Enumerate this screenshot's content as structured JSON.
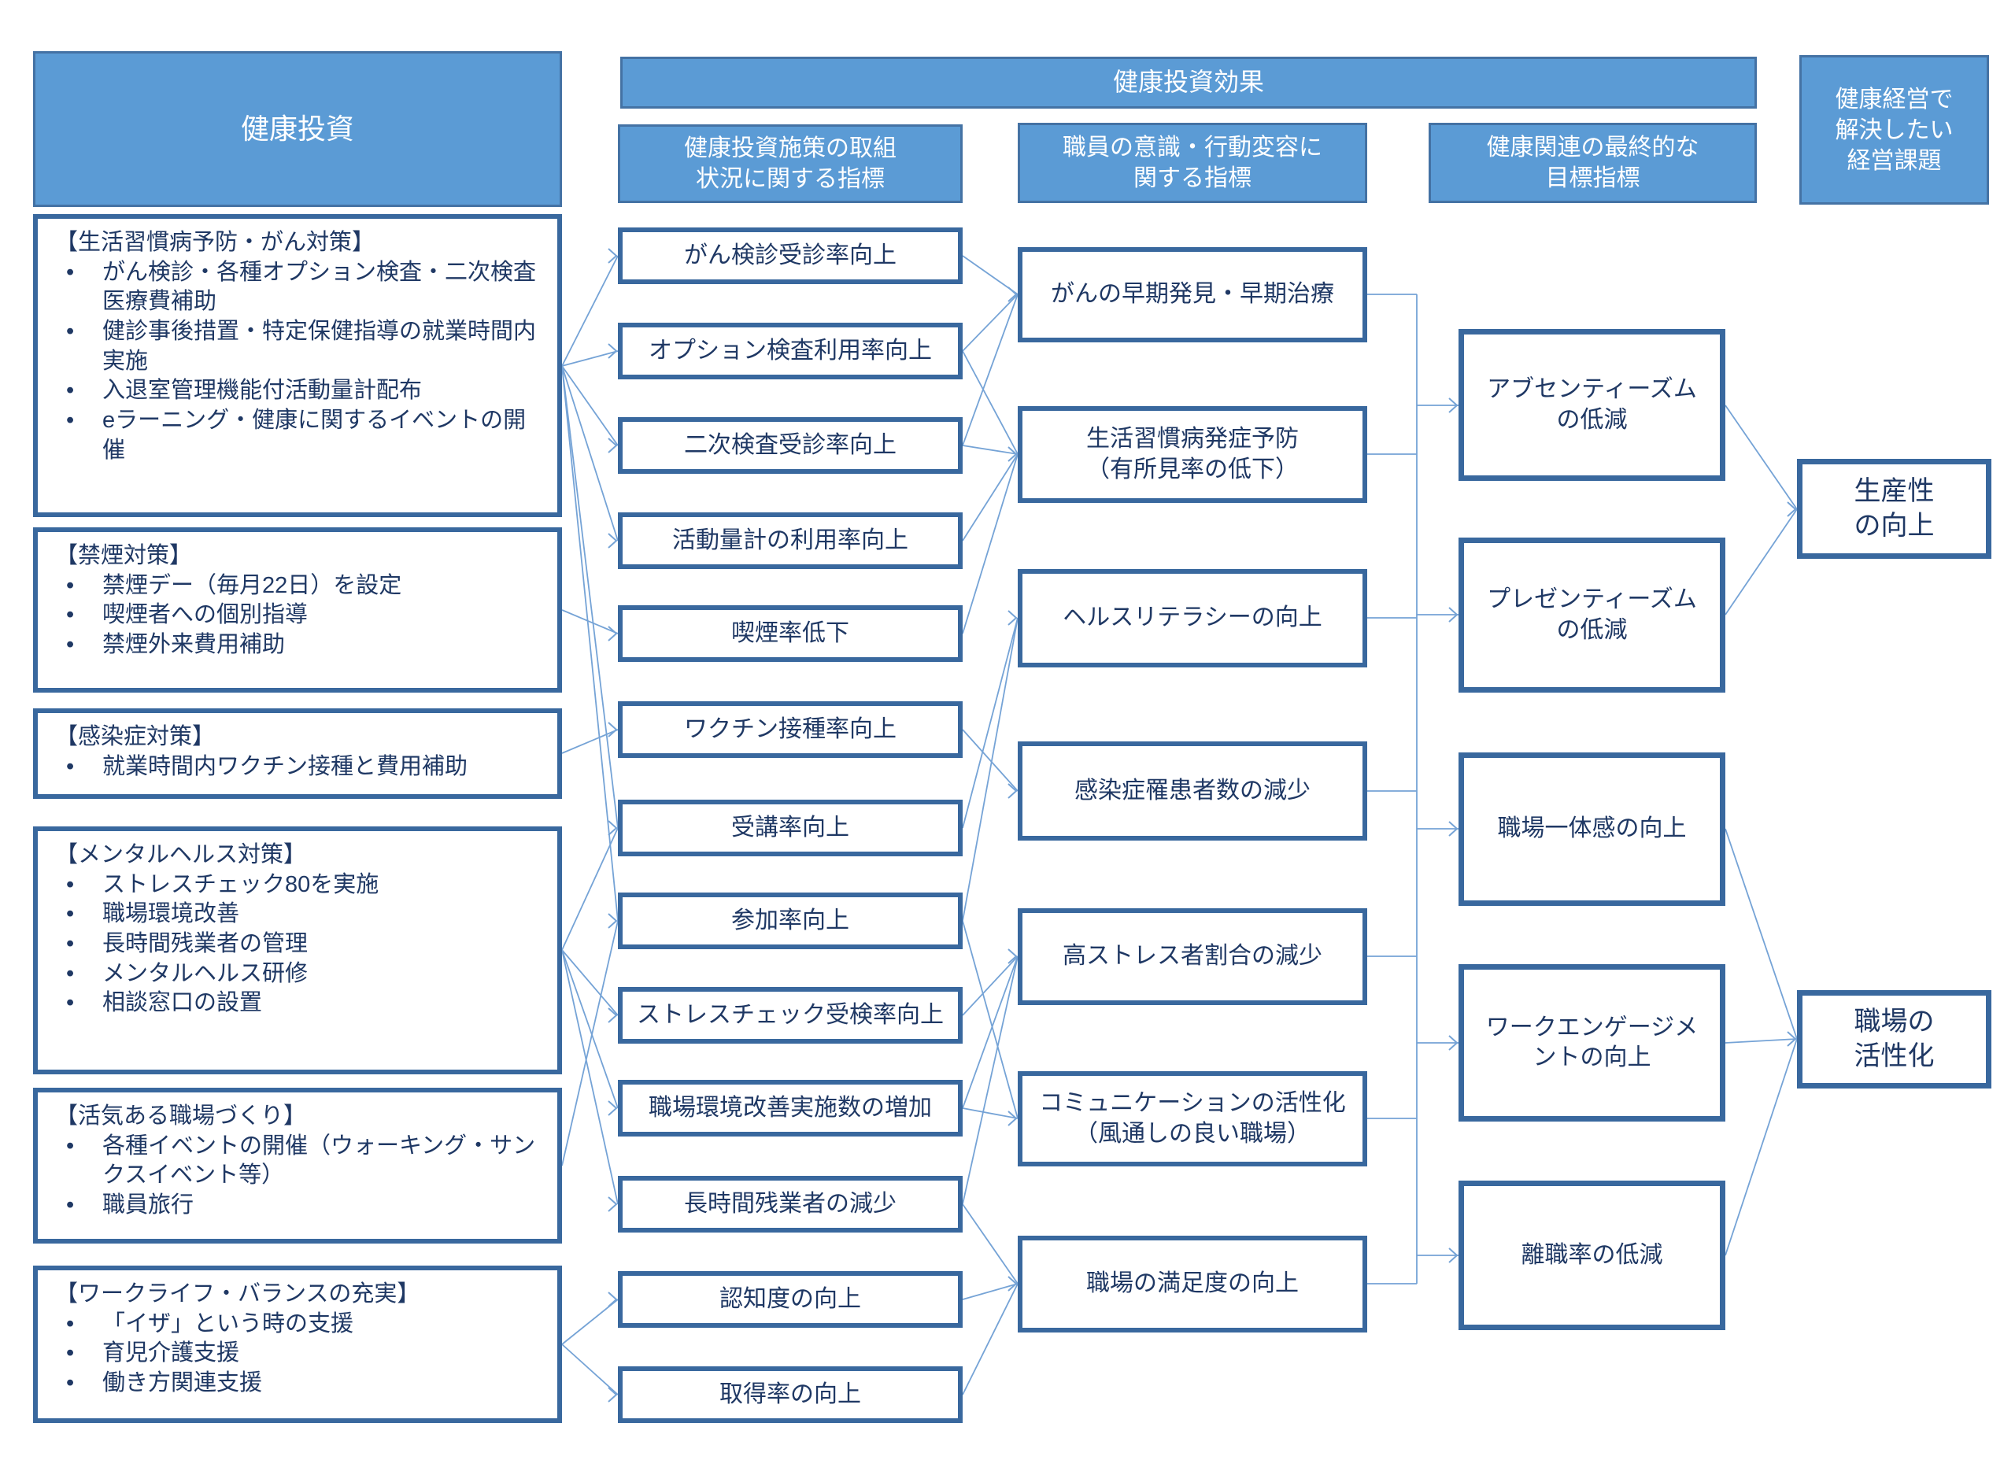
{
  "palette": {
    "header_fill": "#5B9BD5",
    "header_border": "#4472A4",
    "box_border": "#39689E",
    "text_navy": "#1F3864",
    "connector": "#75A3D6",
    "background": "#FFFFFF"
  },
  "headers": {
    "investment": "健康投資",
    "effect": "健康投資効果",
    "metric_implementation": "健康投資施策の取組\n状況に関する指標",
    "metric_behavior": "職員の意識・行動変容に\n関する指標",
    "metric_target": "健康関連の最終的な\n目標指標",
    "management": "健康経営で\n解決したい\n経営課題"
  },
  "categories": [
    {
      "title": "【生活習慣病予防・がん対策】",
      "bullets": [
        "がん検診・各種オプション検査・二次検査医療費補助",
        "健診事後措置・特定保健指導の就業時間内実施",
        "入退室管理機能付活動量計配布",
        "eラーニング・健康に関するイベントの開催"
      ]
    },
    {
      "title": "【禁煙対策】",
      "bullets": [
        "禁煙デー（毎月22日）を設定",
        "喫煙者への個別指導",
        "禁煙外来費用補助"
      ]
    },
    {
      "title": "【感染症対策】",
      "bullets": [
        "就業時間内ワクチン接種と費用補助"
      ]
    },
    {
      "title": "【メンタルヘルス対策】",
      "bullets": [
        "ストレスチェック80を実施",
        "職場環境改善",
        "長時間残業者の管理",
        "メンタルヘルス研修",
        "相談窓口の設置"
      ]
    },
    {
      "title": "【活気ある職場づくり】",
      "bullets": [
        "各種イベントの開催（ウォーキング・サンクスイベント等）",
        "職員旅行"
      ]
    },
    {
      "title": "【ワークライフ・バランスの充実】",
      "bullets": [
        "「イザ」という時の支援",
        "育児介護支援",
        "働き方関連支援"
      ]
    }
  ],
  "indicators": [
    "がん検診受診率向上",
    "オプション検査利用率向上",
    "二次検査受診率向上",
    "活動量計の利用率向上",
    "喫煙率低下",
    "ワクチン接種率向上",
    "受講率向上",
    "参加率向上",
    "ストレスチェック受検率向上",
    "職場環境改善実施数の増加",
    "長時間残業者の減少",
    "認知度の向上",
    "取得率の向上"
  ],
  "outcomes": [
    "がんの早期発見・早期治療",
    "生活習慣病発症予防\n（有所見率の低下）",
    "ヘルスリテラシーの向上",
    "感染症罹患者数の減少",
    "高ストレス者割合の減少",
    "コミュニケーションの活性化\n（風通しの良い職場）",
    "職場の満足度の向上"
  ],
  "targets": [
    "アブセンティーズム\nの低減",
    "プレゼンティーズム\nの低減",
    "職場一体感の向上",
    "ワークエンゲージメ\nントの向上",
    "離職率の低減"
  ],
  "issues": [
    "生産性\nの向上",
    "職場の\n活性化"
  ]
}
